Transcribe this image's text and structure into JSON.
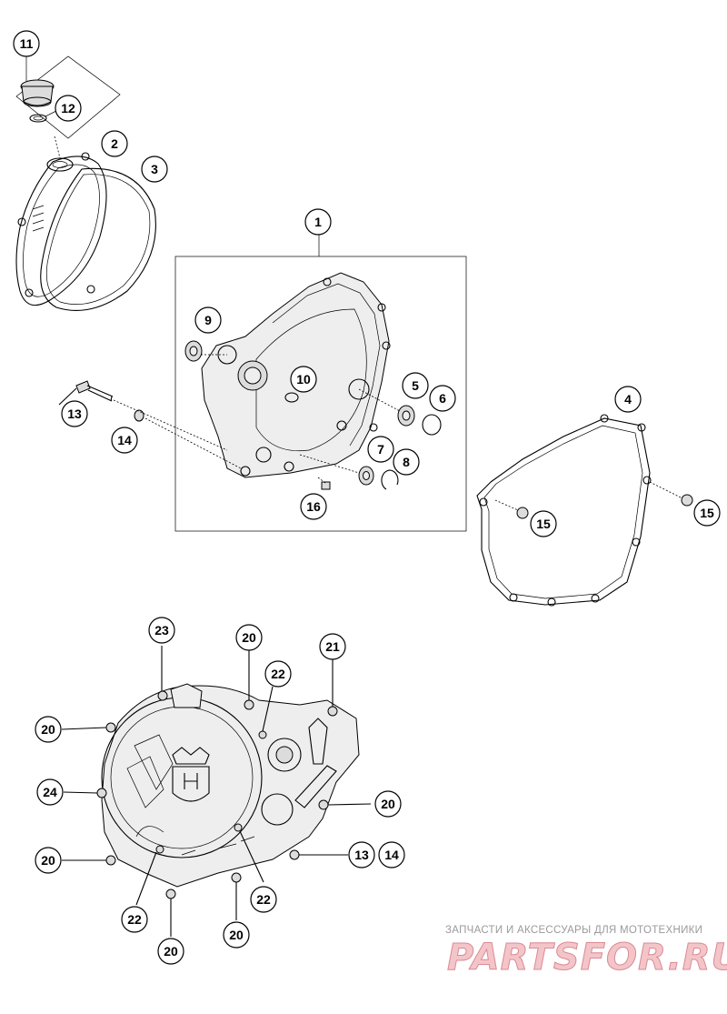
{
  "diagram": {
    "callouts": [
      {
        "id": "c11",
        "label": "11"
      },
      {
        "id": "c12",
        "label": "12"
      },
      {
        "id": "c2",
        "label": "2"
      },
      {
        "id": "c3",
        "label": "3"
      },
      {
        "id": "c1",
        "label": "1"
      },
      {
        "id": "c9",
        "label": "9"
      },
      {
        "id": "c10",
        "label": "10"
      },
      {
        "id": "c5",
        "label": "5"
      },
      {
        "id": "c6",
        "label": "6"
      },
      {
        "id": "c4",
        "label": "4"
      },
      {
        "id": "c13a",
        "label": "13"
      },
      {
        "id": "c14a",
        "label": "14"
      },
      {
        "id": "c7",
        "label": "7"
      },
      {
        "id": "c8",
        "label": "8"
      },
      {
        "id": "c16",
        "label": "16"
      },
      {
        "id": "c15a",
        "label": "15"
      },
      {
        "id": "c15b",
        "label": "15"
      },
      {
        "id": "c23",
        "label": "23"
      },
      {
        "id": "c20a",
        "label": "20"
      },
      {
        "id": "c22a",
        "label": "22"
      },
      {
        "id": "c21",
        "label": "21"
      },
      {
        "id": "c20b",
        "label": "20"
      },
      {
        "id": "c24",
        "label": "24"
      },
      {
        "id": "c20c",
        "label": "20"
      },
      {
        "id": "c20d",
        "label": "20"
      },
      {
        "id": "c13b",
        "label": "13"
      },
      {
        "id": "c14b",
        "label": "14"
      },
      {
        "id": "c22b",
        "label": "22"
      },
      {
        "id": "c22c",
        "label": "22"
      },
      {
        "id": "c20e",
        "label": "20"
      },
      {
        "id": "c20f",
        "label": "20"
      }
    ]
  },
  "watermark": {
    "tagline": "ЗАПЧАСТИ И АКСЕССУАРЫ ДЛЯ МОТОТЕХНИКИ",
    "logo": "PARTSFOR.RU"
  },
  "colors": {
    "ink": "#000000",
    "watermark_gray": "#9a9a9a",
    "watermark_red": "#f3c5c9"
  }
}
